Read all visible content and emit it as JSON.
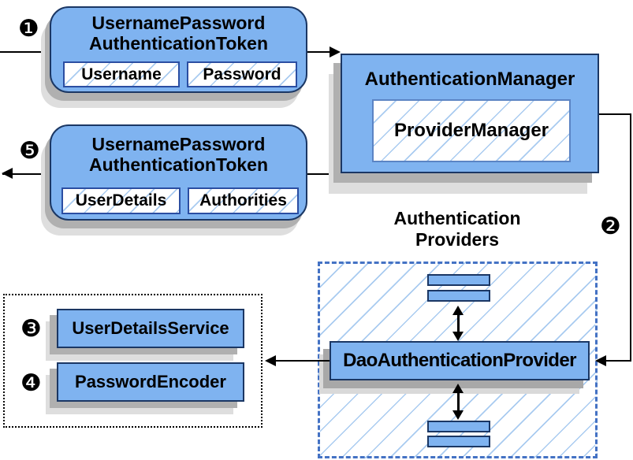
{
  "badges": {
    "step1": "❶",
    "step2": "❷",
    "step3": "❸",
    "step4": "❹",
    "step5": "❺"
  },
  "request_token": {
    "title_line1": "UsernamePassword",
    "title_line2": "AuthenticationToken",
    "fields": [
      {
        "label": "Username"
      },
      {
        "label": "Password"
      }
    ]
  },
  "authentication_manager": {
    "title": "AuthenticationManager",
    "provider": "ProviderManager"
  },
  "response_token": {
    "title_line1": "UsernamePassword",
    "title_line2": "AuthenticationToken",
    "fields": [
      {
        "label": "UserDetails"
      },
      {
        "label": "Authorities"
      }
    ]
  },
  "authentication_providers": {
    "label_line1": "Authentication",
    "label_line2": "Providers",
    "dao_provider": "DaoAuthenticationProvider"
  },
  "services": [
    {
      "label": "UserDetailsService"
    },
    {
      "label": "PasswordEncoder"
    }
  ],
  "colors": {
    "node_fill": "#7FB3F0",
    "node_border": "#1B3764",
    "field_border": "#2B4EA2",
    "hatch_line": "#A9CBF0",
    "dashed_border": "#4472C4",
    "arrow": "#000000"
  }
}
